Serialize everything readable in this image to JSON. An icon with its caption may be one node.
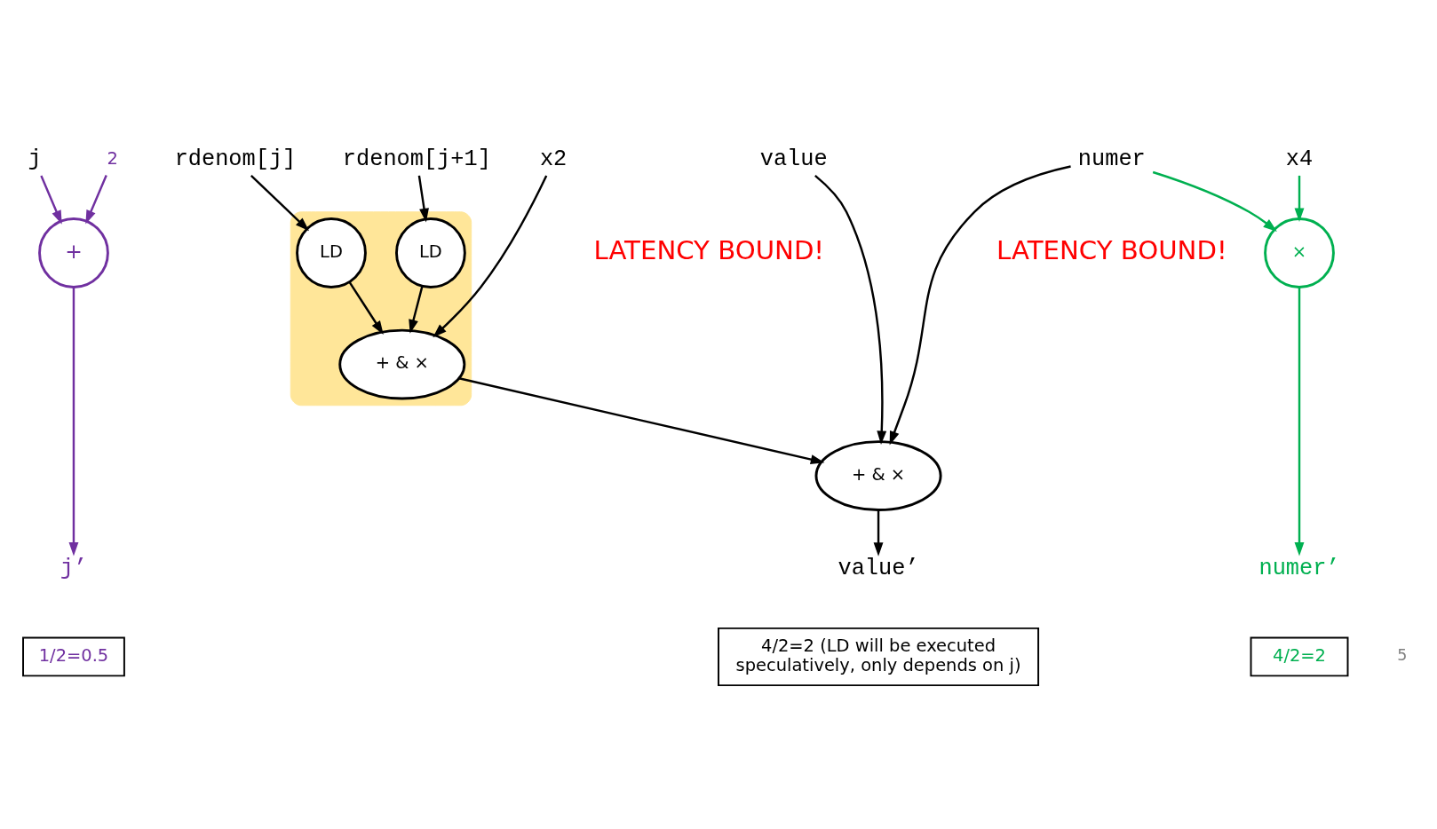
{
  "diagram": {
    "nodes": [
      {
        "text": [
          "j"
        ]
      },
      {
        "text": [
          "value"
        ]
      },
      {
        "text": [
          "rdenom[j]"
        ]
      },
      {
        "text": [
          "rdenom[j+1]"
        ]
      },
      {
        "text": [
          "x2"
        ]
      },
      {
        "text": [
          "numer"
        ]
      },
      {
        "text": [
          "x4"
        ]
      },
      {
        "text": [
          "2"
        ]
      },
      {
        "text": [
          "+"
        ]
      },
      {
        "text": [],
        "shape": "box"
      },
      {
        "text": [
          "LD"
        ],
        "in": 9
      },
      {
        "text": [
          "LD"
        ],
        "in": 9
      },
      {
        "text": [
          "+ & ×"
        ],
        "in": 9
      },
      {
        "text": [
          "+ & ×"
        ]
      },
      {
        "text": [
          "×"
        ]
      },
      {
        "text": [
          "j’"
        ]
      },
      {
        "text": [
          "value’"
        ]
      },
      {
        "text": [
          "numer’"
        ]
      },
      {
        "text": [
          "1/2=0.5"
        ]
      },
      {
        "text": [
          "4/2=2 (LD will be executed speculatively, only depends on j)"
        ]
      },
      {
        "text": [
          "4/2=2"
        ]
      }
    ],
    "edges": [
      {
        "from": 0,
        "to": 8,
        "arrow": "to",
        "color": "#7030a0"
      },
      {
        "from": 7,
        "to": 8,
        "arrow": "to",
        "color": "#7030a0"
      },
      {
        "from": 8,
        "to": 15,
        "arrow": "to",
        "color": "#7030a0"
      },
      {
        "from": 2,
        "to": 10,
        "arrow": "to"
      },
      {
        "from": 3,
        "to": 11,
        "arrow": "to"
      },
      {
        "from": 10,
        "to": 12,
        "arrow": "to"
      },
      {
        "from": 11,
        "to": 12,
        "arrow": "to"
      },
      {
        "from": 4,
        "to": 12,
        "arrow": "to"
      },
      {
        "from": 1,
        "to": 13,
        "arrow": "to"
      },
      {
        "from": 12,
        "to": 13,
        "arrow": "to"
      },
      {
        "from": 5,
        "to": 13,
        "arrow": "to"
      },
      {
        "from": 13,
        "to": 16,
        "arrow": "to"
      },
      {
        "from": 5,
        "to": 14,
        "arrow": "to",
        "color": "#00b050"
      },
      {
        "from": 6,
        "to": 14,
        "arrow": "to",
        "color": "#00b050"
      },
      {
        "from": 14,
        "to": 17,
        "arrow": "to",
        "color": "#00b050"
      }
    ],
    "labels": [
      "LATENCY BOUND!",
      "LATENCY BOUND!",
      "5"
    ]
  }
}
